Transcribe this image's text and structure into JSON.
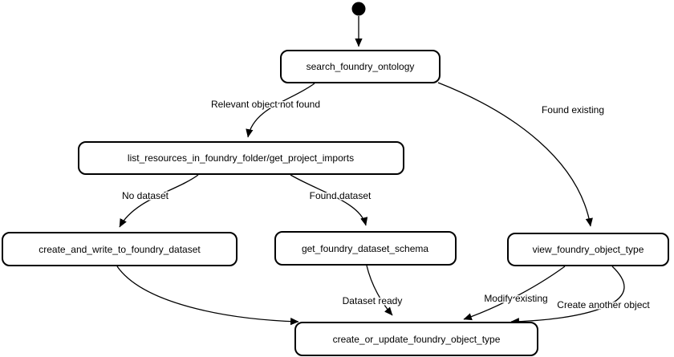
{
  "diagram": {
    "kind": "state-machine-flow",
    "colors": {
      "stroke": "#000000",
      "node_fill": "#ffffff",
      "background": "#ffffff"
    },
    "initial_state": {
      "shape": "filled-circle"
    },
    "states": {
      "search": {
        "label": "search_foundry_ontology"
      },
      "list": {
        "label": "list_resources_in_foundry_folder/get_project_imports"
      },
      "create_write": {
        "label": "create_and_write_to_foundry_dataset"
      },
      "schema": {
        "label": "get_foundry_dataset_schema"
      },
      "view": {
        "label": "view_foundry_object_type"
      },
      "create_update": {
        "label": "create_or_update_foundry_object_type"
      }
    },
    "transitions": {
      "start_to_search": {
        "from": "initial",
        "to": "search",
        "label": ""
      },
      "search_to_list": {
        "from": "search",
        "to": "list",
        "label": "Relevant object not found"
      },
      "search_to_view": {
        "from": "search",
        "to": "view",
        "label": "Found existing"
      },
      "list_to_create_write": {
        "from": "list",
        "to": "create_write",
        "label": "No dataset"
      },
      "list_to_schema": {
        "from": "list",
        "to": "schema",
        "label": "Found dataset"
      },
      "create_write_to_create_update": {
        "from": "create_write",
        "to": "create_update",
        "label": ""
      },
      "schema_to_create_update": {
        "from": "schema",
        "to": "create_update",
        "label": "Dataset ready"
      },
      "view_to_create_update_modify": {
        "from": "view",
        "to": "create_update",
        "label": "Modify existing"
      },
      "view_to_create_update_another": {
        "from": "view",
        "to": "create_update",
        "label": "Create another object"
      }
    }
  }
}
